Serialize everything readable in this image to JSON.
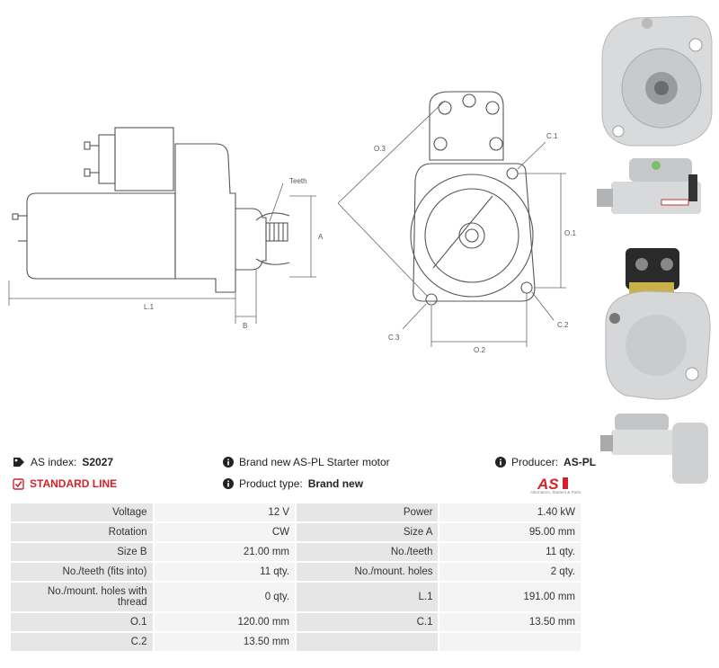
{
  "drawing": {
    "side_view": {
      "teeth": "Teeth",
      "a": "A",
      "b": "B",
      "l1": "L.1"
    },
    "front_view": {
      "o3": "O.3",
      "c1": "C.1",
      "o1": "O.1",
      "c3": "C.3",
      "c2": "C.2",
      "o2": "O.2"
    }
  },
  "info": {
    "as_index_label": "AS index:",
    "as_index_value": "S2027",
    "standard_line": "STANDARD LINE",
    "description": "Brand new AS-PL Starter motor",
    "product_type_label": "Product type:",
    "product_type_value": "Brand new",
    "producer_label": "Producer:",
    "producer_value": "AS-PL",
    "logo_text": "AS",
    "logo_tagline": "Alternators, Starters & Parts"
  },
  "specs": [
    [
      "Voltage",
      "12 V",
      "Power",
      "1.40 kW"
    ],
    [
      "Rotation",
      "CW",
      "Size A",
      "95.00 mm"
    ],
    [
      "Size B",
      "21.00 mm",
      "No./teeth",
      "11 qty."
    ],
    [
      "No./teeth (fits into)",
      "11 qty.",
      "No./mount. holes",
      "2 qty."
    ],
    [
      "No./mount. holes with thread",
      "0 qty.",
      "L.1",
      "191.00 mm"
    ],
    [
      "O.1",
      "120.00 mm",
      "C.1",
      "13.50 mm"
    ],
    [
      "C.2",
      "13.50 mm",
      "",
      ""
    ]
  ],
  "colors": {
    "accent_red": "#d2232a",
    "label_bg": "#e6e6e6",
    "value_bg": "#f4f4f4"
  }
}
